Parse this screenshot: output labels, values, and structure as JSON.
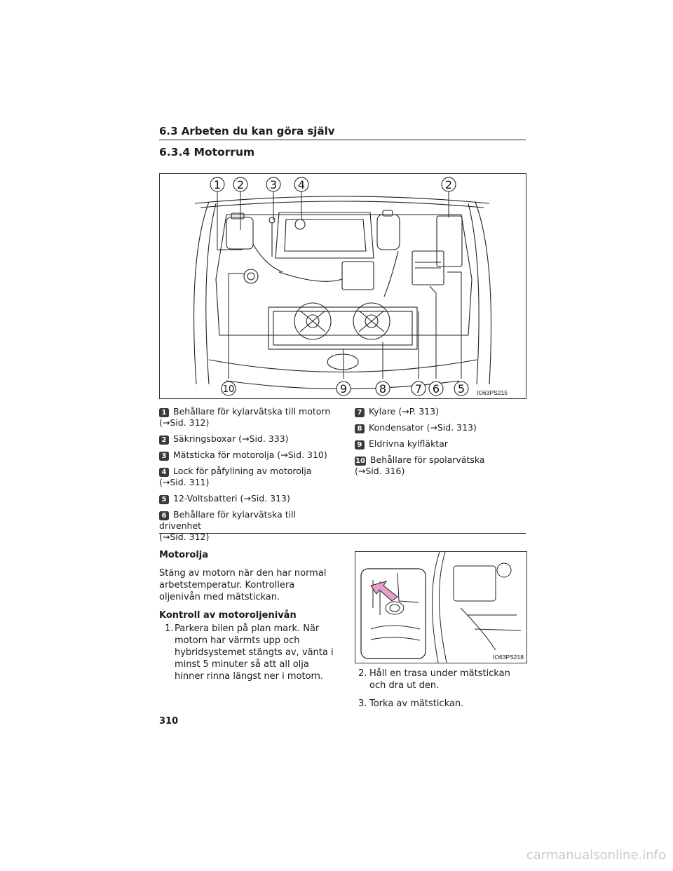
{
  "section": {
    "title": "6.3 Arbeten du kan göra själv"
  },
  "subsection": {
    "title": "6.3.4 Motorrum"
  },
  "figure1": {
    "code": "IO63PS215",
    "callouts_top": [
      "1",
      "2",
      "3",
      "4",
      "2"
    ],
    "callouts_bottom": [
      "10",
      "9",
      "8",
      "7",
      "6",
      "5"
    ]
  },
  "legend": {
    "left": [
      {
        "badge": "1",
        "text": "Behållare för kylarvätska till motorn",
        "ref": "(→Sid. 312)"
      },
      {
        "badge": "2",
        "text": "Säkringsboxar (→Sid. 333)",
        "ref": ""
      },
      {
        "badge": "3",
        "text": "Mätsticka för motorolja (→Sid. 310)",
        "ref": ""
      },
      {
        "badge": "4",
        "text": "Lock för påfyllning av motorolja",
        "ref": "(→Sid. 311)"
      },
      {
        "badge": "5",
        "text": "12-Voltsbatteri (→Sid. 313)",
        "ref": ""
      },
      {
        "badge": "6",
        "text": "Behållare för kylarvätska till drivenhet",
        "ref": "(→Sid. 312)"
      }
    ],
    "right": [
      {
        "badge": "7",
        "text": "Kylare (→P. 313)",
        "ref": ""
      },
      {
        "badge": "8",
        "text": "Kondensator (→Sid. 313)",
        "ref": ""
      },
      {
        "badge": "9",
        "text": "Eldrivna kylfläktar",
        "ref": ""
      },
      {
        "badge": "10",
        "text": "Behållare för spolarvätska",
        "ref": "(→Sid. 316)"
      }
    ]
  },
  "motorolja": {
    "heading": "Motorolja",
    "intro": "Stäng av motorn när den har normal arbetstemperatur. Kontrollera oljenivån med mätstickan.",
    "subheading": "Kontroll av motoroljenivån",
    "step1": {
      "num": "1.",
      "text": "Parkera bilen på plan mark. När motorn har värmts upp och hybridsystemet stängts av, vänta i minst 5 minuter så att all olja hinner rinna längst ner i motorn."
    },
    "step2": {
      "num": "2.",
      "text": "Håll en trasa under mätstickan och dra ut den."
    },
    "step3": {
      "num": "3.",
      "text": "Torka av mätstickan."
    }
  },
  "figure2": {
    "code": "IO63PS218"
  },
  "page": {
    "number": "310"
  },
  "watermark": {
    "text": "carmanualsonline.info"
  }
}
